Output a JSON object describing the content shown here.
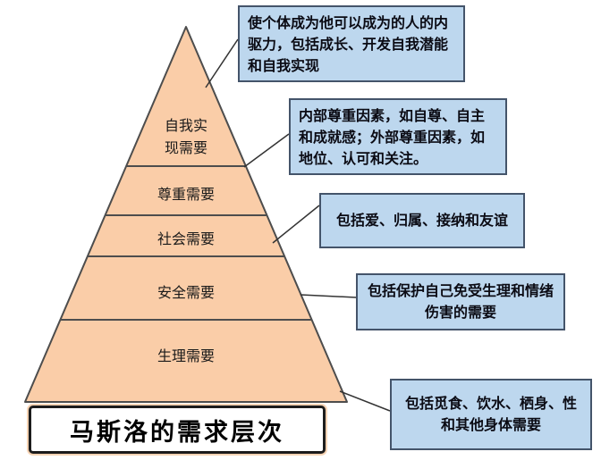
{
  "title": "马斯洛的需求层次",
  "colors": {
    "pyramid_fill": "#FACDA8",
    "pyramid_stroke": "#4D4D4D",
    "callout_bg": "#BDD7EE",
    "callout_border": "#44546A",
    "connector": "#333333"
  },
  "pyramid": {
    "levels": [
      {
        "label": "自我实现需要"
      },
      {
        "label": "尊重需要"
      },
      {
        "label": "社会需要"
      },
      {
        "label": "安全需要"
      },
      {
        "label": "生理需要"
      }
    ]
  },
  "callouts": [
    {
      "text": "使个体成为他可以成为的人的内驱力，包括成长、开发自我潜能和自我实现"
    },
    {
      "text": "内部尊重因素，如自尊、自主和成就感；外部尊重因素，如地位、认可和关注。"
    },
    {
      "text": "包括爱、归属、接纳和友谊"
    },
    {
      "text": "包括保护自己免受生理和情绪伤害的需要"
    },
    {
      "text": "包括觅食、饮水、栖身、性和其他身体需要"
    }
  ]
}
